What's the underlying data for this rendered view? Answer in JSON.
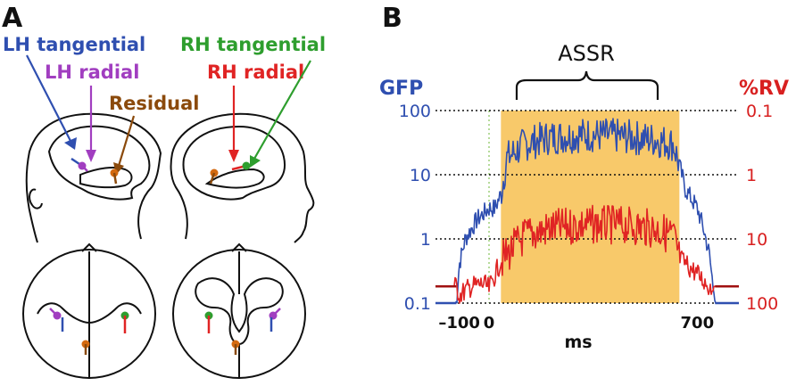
{
  "panelA": {
    "label": "A",
    "legend": {
      "lh_tangential": "LH tangential",
      "lh_radial": "LH radial",
      "residual": "Residual",
      "rh_tangential": "RH tangential",
      "rh_radial": "RH radial"
    }
  },
  "panelB": {
    "label": "B",
    "bracket_label": "ASSR",
    "left_axis_title": "GFP",
    "right_axis_title": "%RV",
    "xlabel": "ms"
  },
  "colors": {
    "blue": "#2f4fb0",
    "purple": "#a13ec0",
    "brown": "#8b4a0c",
    "green": "#2e9e2e",
    "red": "#e02424",
    "orange_fill": "#f8c96a",
    "axis_blue": "#2f4fb0",
    "axis_red": "#d82020",
    "dark_red": "#a01010"
  },
  "chart_data": {
    "type": "line",
    "xlabel": "ms",
    "x_tick_labels": [
      "–100",
      "0",
      "700"
    ],
    "x_ticks": [
      -100,
      0,
      700
    ],
    "xlim": [
      -180,
      840
    ],
    "left_axis": {
      "title": "GFP",
      "scale": "log",
      "tick_labels": [
        "100",
        "10",
        "1",
        "0.1"
      ],
      "ticks": [
        100,
        10,
        1,
        0.1
      ],
      "range": [
        0.1,
        100
      ]
    },
    "right_axis": {
      "title": "%RV",
      "scale": "log-inverted",
      "tick_labels": [
        "0.1",
        "1",
        "10",
        "100"
      ],
      "ticks": [
        0.1,
        1,
        10,
        100
      ],
      "range": [
        0.1,
        100
      ]
    },
    "grid": "dotted horizontal at each decade",
    "highlight_window_ms": [
      40,
      640
    ],
    "bracket_label": "ASSR",
    "series": [
      {
        "color": "#2f4fb0",
        "axis": "left",
        "x": [
          -180,
          -110,
          -100,
          -80,
          -40,
          0,
          20,
          40,
          60,
          120,
          200,
          320,
          440,
          560,
          620,
          640,
          660,
          700,
          720,
          740,
          760,
          840
        ],
        "values": [
          0.1,
          0.1,
          0.4,
          1.0,
          2.0,
          3.0,
          3.0,
          5.0,
          18,
          30,
          38,
          42,
          40,
          35,
          30,
          14,
          6,
          3.0,
          1.5,
          0.6,
          0.1,
          0.1
        ]
      },
      {
        "color": "#e02424",
        "axis": "right",
        "x": [
          -180,
          -110,
          -100,
          -60,
          -20,
          0,
          40,
          120,
          200,
          320,
          440,
          560,
          620,
          640,
          700,
          740,
          760,
          840
        ],
        "values": [
          55,
          55,
          75,
          55,
          50,
          60,
          22,
          9,
          7,
          6,
          6,
          7,
          9,
          20,
          35,
          55,
          55,
          55
        ]
      }
    ]
  }
}
